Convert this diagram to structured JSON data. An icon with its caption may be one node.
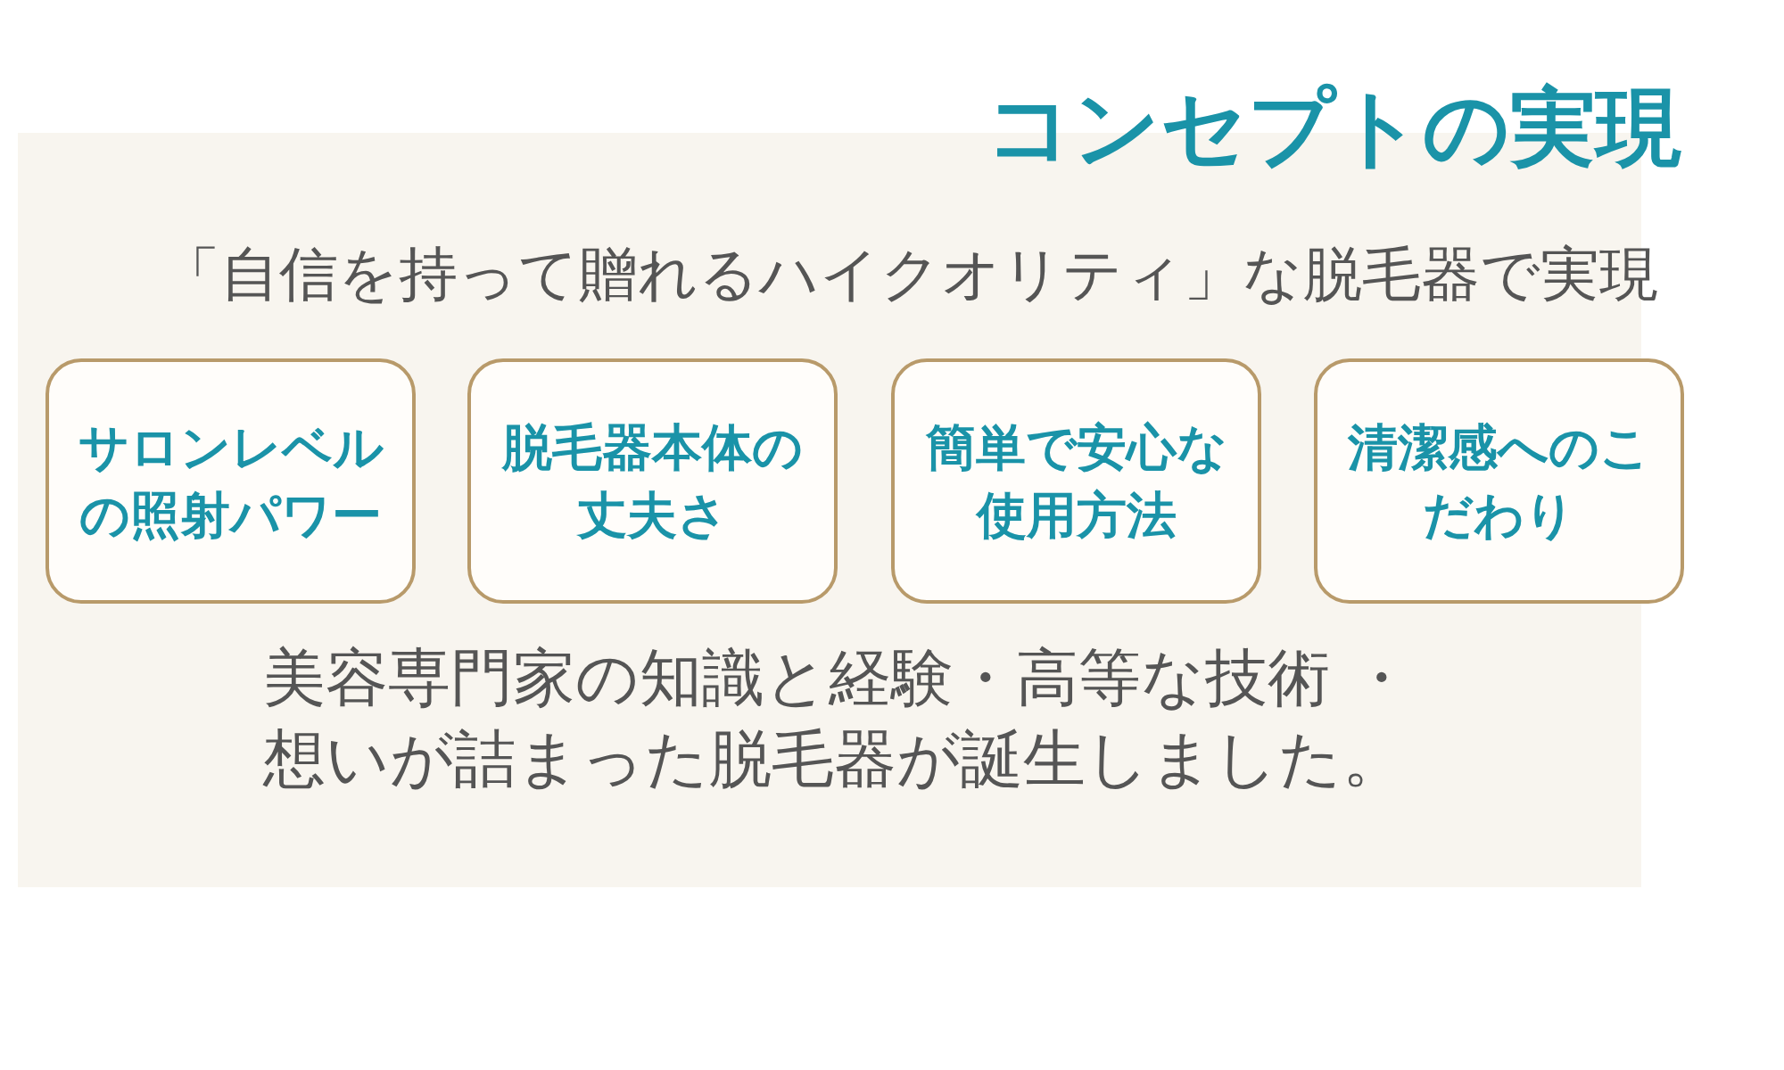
{
  "diagram": {
    "title": "コンセプトの実現",
    "nodes": [
      {
        "text": [
          "サロンレベルの照射パワー"
        ]
      },
      {
        "text": [
          "脱毛器本体の丈夫さ"
        ]
      },
      {
        "text": [
          "簡単で安心な使用方法"
        ]
      },
      {
        "text": [
          "清潔感へのこだわり"
        ]
      }
    ],
    "labels": [
      "「自信を持って贈れるハイクオリティ」な脱毛器で実現",
      "美容専門家の知識と経験・高等な技術 ・想いが詰まった脱毛器が誕生しました。"
    ]
  }
}
